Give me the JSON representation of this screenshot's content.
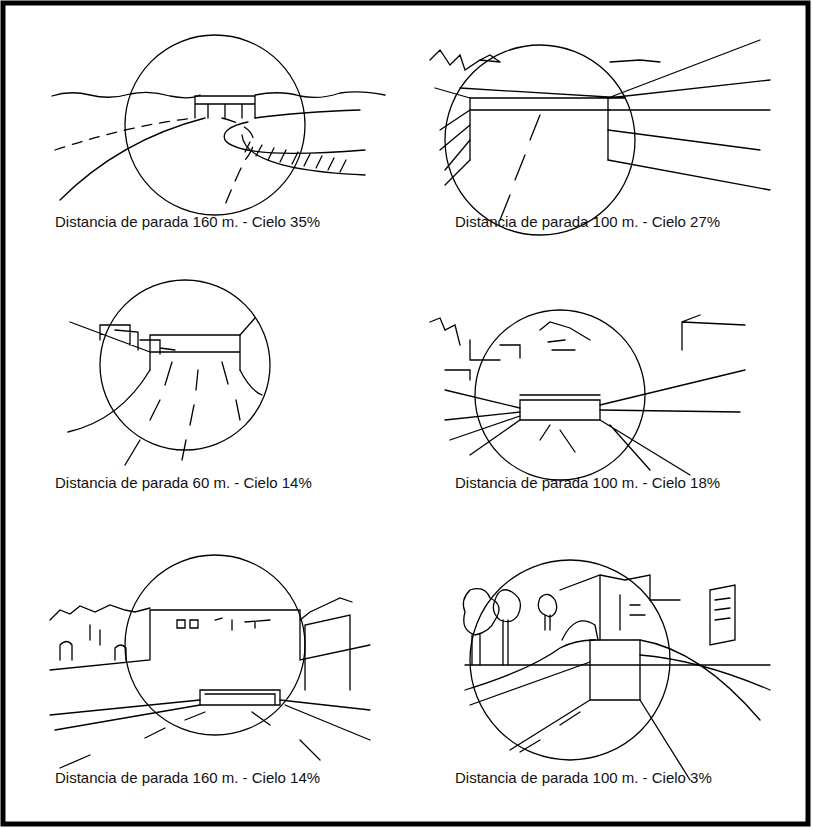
{
  "diagram": {
    "labels": [
      "Distancia de parada 160 m. - Cielo 35%",
      "Distancia de parada 100 m. - Cielo 27%",
      "Distancia de parada 60 m. - Cielo 14%",
      "Distancia de parada 100 m. - Cielo 18%",
      "Distancia de parada 160 m. - Cielo 14%",
      "Distancia de parada 100 m. - Cielo 3%"
    ]
  }
}
